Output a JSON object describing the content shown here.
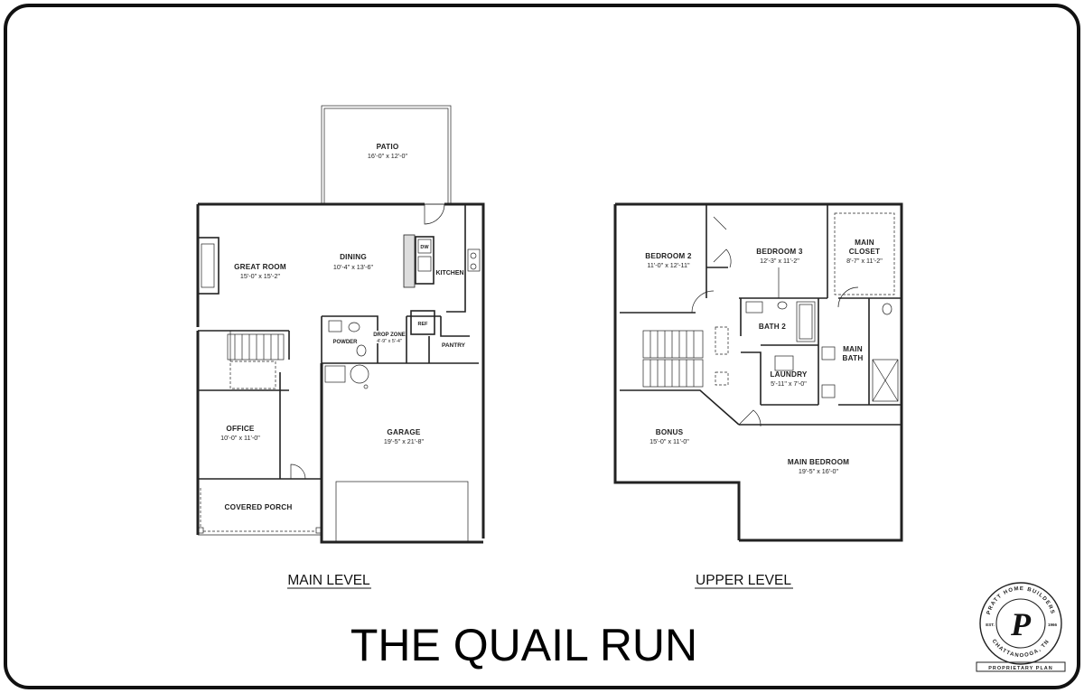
{
  "title": "THE QUAIL RUN",
  "levels": {
    "main": "MAIN LEVEL",
    "upper": "UPPER LEVEL"
  },
  "main_rooms": {
    "patio": {
      "name": "PATIO",
      "dims": "16'-0\" x 12'-0\""
    },
    "great_room": {
      "name": "GREAT ROOM",
      "dims": "15'-0\" x 15'-2\""
    },
    "dining": {
      "name": "DINING",
      "dims": "10'-4\" x 13'-6\""
    },
    "kitchen": {
      "name": "KITCHEN"
    },
    "dw": {
      "name": "DW"
    },
    "ref": {
      "name": "REF"
    },
    "powder": {
      "name": "POWDER"
    },
    "drop_zone": {
      "name": "DROP ZONE",
      "dims": "4'-9\" x 5'-4\""
    },
    "pantry": {
      "name": "PANTRY"
    },
    "office": {
      "name": "OFFICE",
      "dims": "10'-0\" x 11'-0\""
    },
    "garage": {
      "name": "GARAGE",
      "dims": "19'-5\" x 21'-8\""
    },
    "covered_porch": {
      "name": "COVERED PORCH"
    }
  },
  "upper_rooms": {
    "bedroom2": {
      "name": "BEDROOM 2",
      "dims": "11'-0\" x 12'-11\""
    },
    "bedroom3": {
      "name": "BEDROOM 3",
      "dims": "12'-3\" x 11'-2\""
    },
    "main_closet": {
      "name1": "MAIN",
      "name2": "CLOSET",
      "dims": "8'-7\" x 11'-2\""
    },
    "bath2": {
      "name": "BATH 2"
    },
    "main_bath": {
      "name1": "MAIN",
      "name2": "BATH"
    },
    "laundry": {
      "name": "LAUNDRY",
      "dims": "5'-11\" x 7'-0\""
    },
    "bonus": {
      "name": "BONUS",
      "dims": "15'-0\" x 11'-0\""
    },
    "main_bedroom": {
      "name": "MAIN BEDROOM",
      "dims": "19'-5\" x 16'-0\""
    }
  },
  "logo": {
    "letter": "P",
    "ring_top": "PRATT HOME BUILDERS",
    "ring_bottom": "CHATTANOOGA, TN",
    "est": "EST.",
    "year": "1966",
    "tag": "PROPRIETARY PLAN"
  }
}
